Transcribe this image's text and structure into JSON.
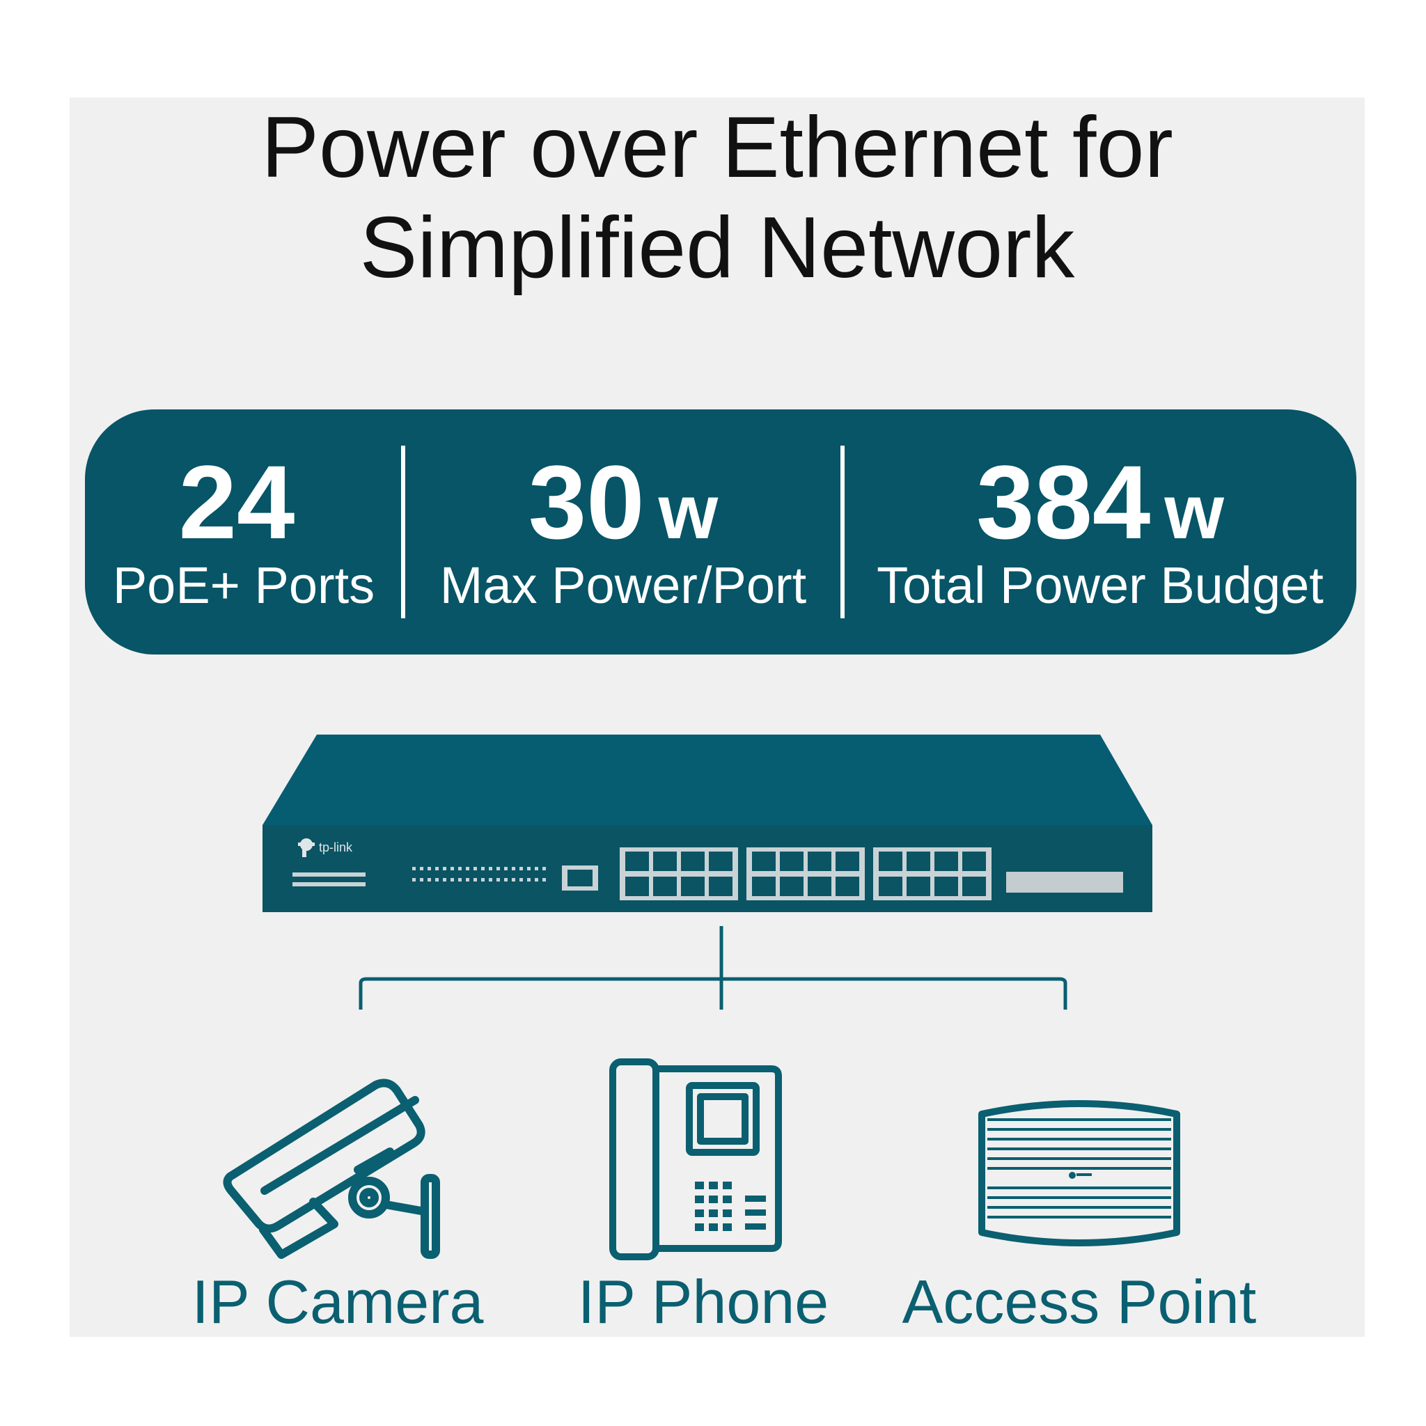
{
  "title": {
    "line1": "Power over Ethernet for",
    "line2": "Simplified Network"
  },
  "stats": [
    {
      "value": "24",
      "unit": "",
      "label": "PoE+ Ports"
    },
    {
      "value": "30",
      "unit": "w",
      "label": "Max Power/Port"
    },
    {
      "value": "384",
      "unit": "w",
      "label": "Total Power Budget"
    }
  ],
  "switch": {
    "brand": "tp-link",
    "port_count": 24
  },
  "devices": [
    {
      "label": "IP Camera",
      "icon": "ip-camera-icon"
    },
    {
      "label": "IP Phone",
      "icon": "ip-phone-icon"
    },
    {
      "label": "Access Point",
      "icon": "access-point-icon"
    }
  ],
  "colors": {
    "accent": "#075567",
    "icon_stroke": "#0a5f70",
    "panel_bg": "#f0f0f0"
  }
}
